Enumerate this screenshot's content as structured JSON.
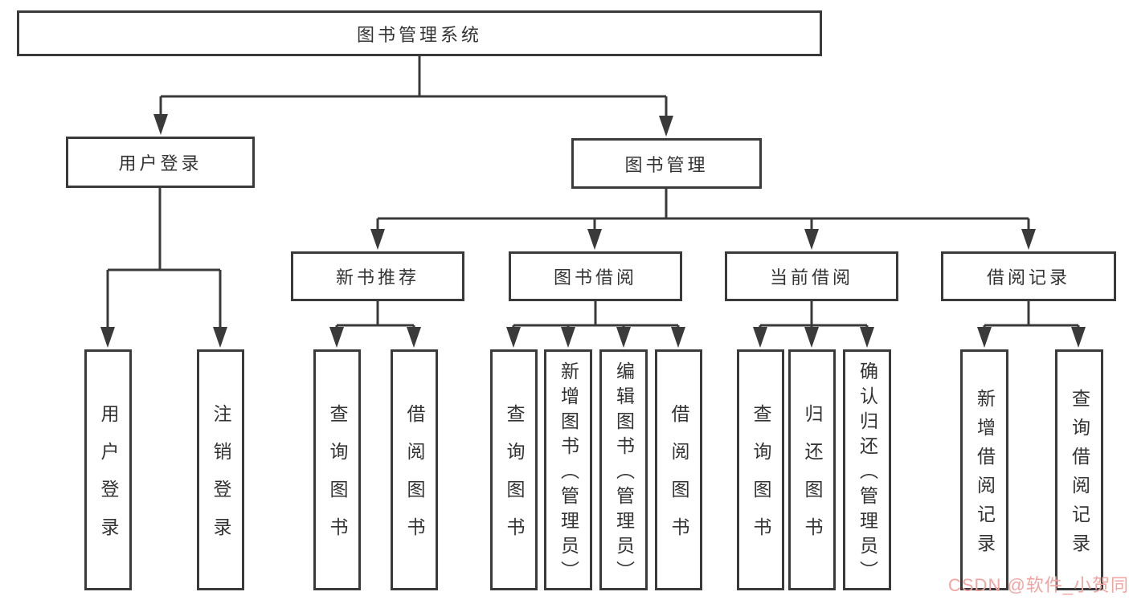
{
  "tree": {
    "label": "图书管理系统",
    "children": [
      {
        "label": "用户登录",
        "children": [
          {
            "label": "用户登录"
          },
          {
            "label": "注销登录"
          }
        ]
      },
      {
        "label": "图书管理",
        "children": [
          {
            "label": "新书推荐",
            "children": [
              {
                "label": "查询图书"
              },
              {
                "label": "借阅图书"
              }
            ]
          },
          {
            "label": "图书借阅",
            "children": [
              {
                "label": "查询图书"
              },
              {
                "label": "新增图书（管理员）"
              },
              {
                "label": "编辑图书（管理员）"
              },
              {
                "label": "借阅图书"
              }
            ]
          },
          {
            "label": "当前借阅",
            "children": [
              {
                "label": "查询图书"
              },
              {
                "label": "归还图书"
              },
              {
                "label": "确认归还（管理员）"
              }
            ]
          },
          {
            "label": "借阅记录",
            "children": [
              {
                "label": "新增借阅记录"
              },
              {
                "label": "查询借阅记录"
              }
            ]
          }
        ]
      }
    ]
  },
  "watermark": {
    "text": "CSDN @软件_小贺同学"
  },
  "colors": {
    "line": "#3a3a3a",
    "box_border": "#3a3a3a",
    "box_background": "#ffffff",
    "text": "#333333",
    "watermark": "#f2a5a0"
  }
}
